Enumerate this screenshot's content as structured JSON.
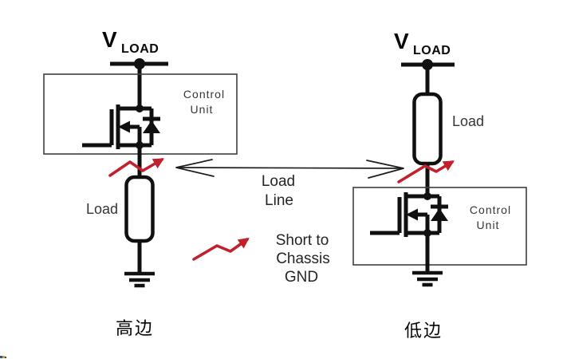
{
  "colors": {
    "ink": "#101010",
    "red": "#c1202e",
    "box": "#3f3f3f",
    "gray": "#353535",
    "bg": "#ffffff"
  },
  "left_circuit": {
    "supply_label_main": "V",
    "supply_label_sub": "LOAD",
    "control_unit_line1": "Control",
    "control_unit_line2": "Unit",
    "load_label": "Load",
    "caption": "高边"
  },
  "right_circuit": {
    "supply_label_main": "V",
    "supply_label_sub": "LOAD",
    "control_unit_line1": "Control",
    "control_unit_line2": "Unit",
    "load_label": "Load",
    "caption": "低边"
  },
  "center_annotations": {
    "load_line_line1": "Load",
    "load_line_line2": "Line",
    "legend_line1": "Short to",
    "legend_line2": "Chassis",
    "legend_line3": "GND"
  }
}
